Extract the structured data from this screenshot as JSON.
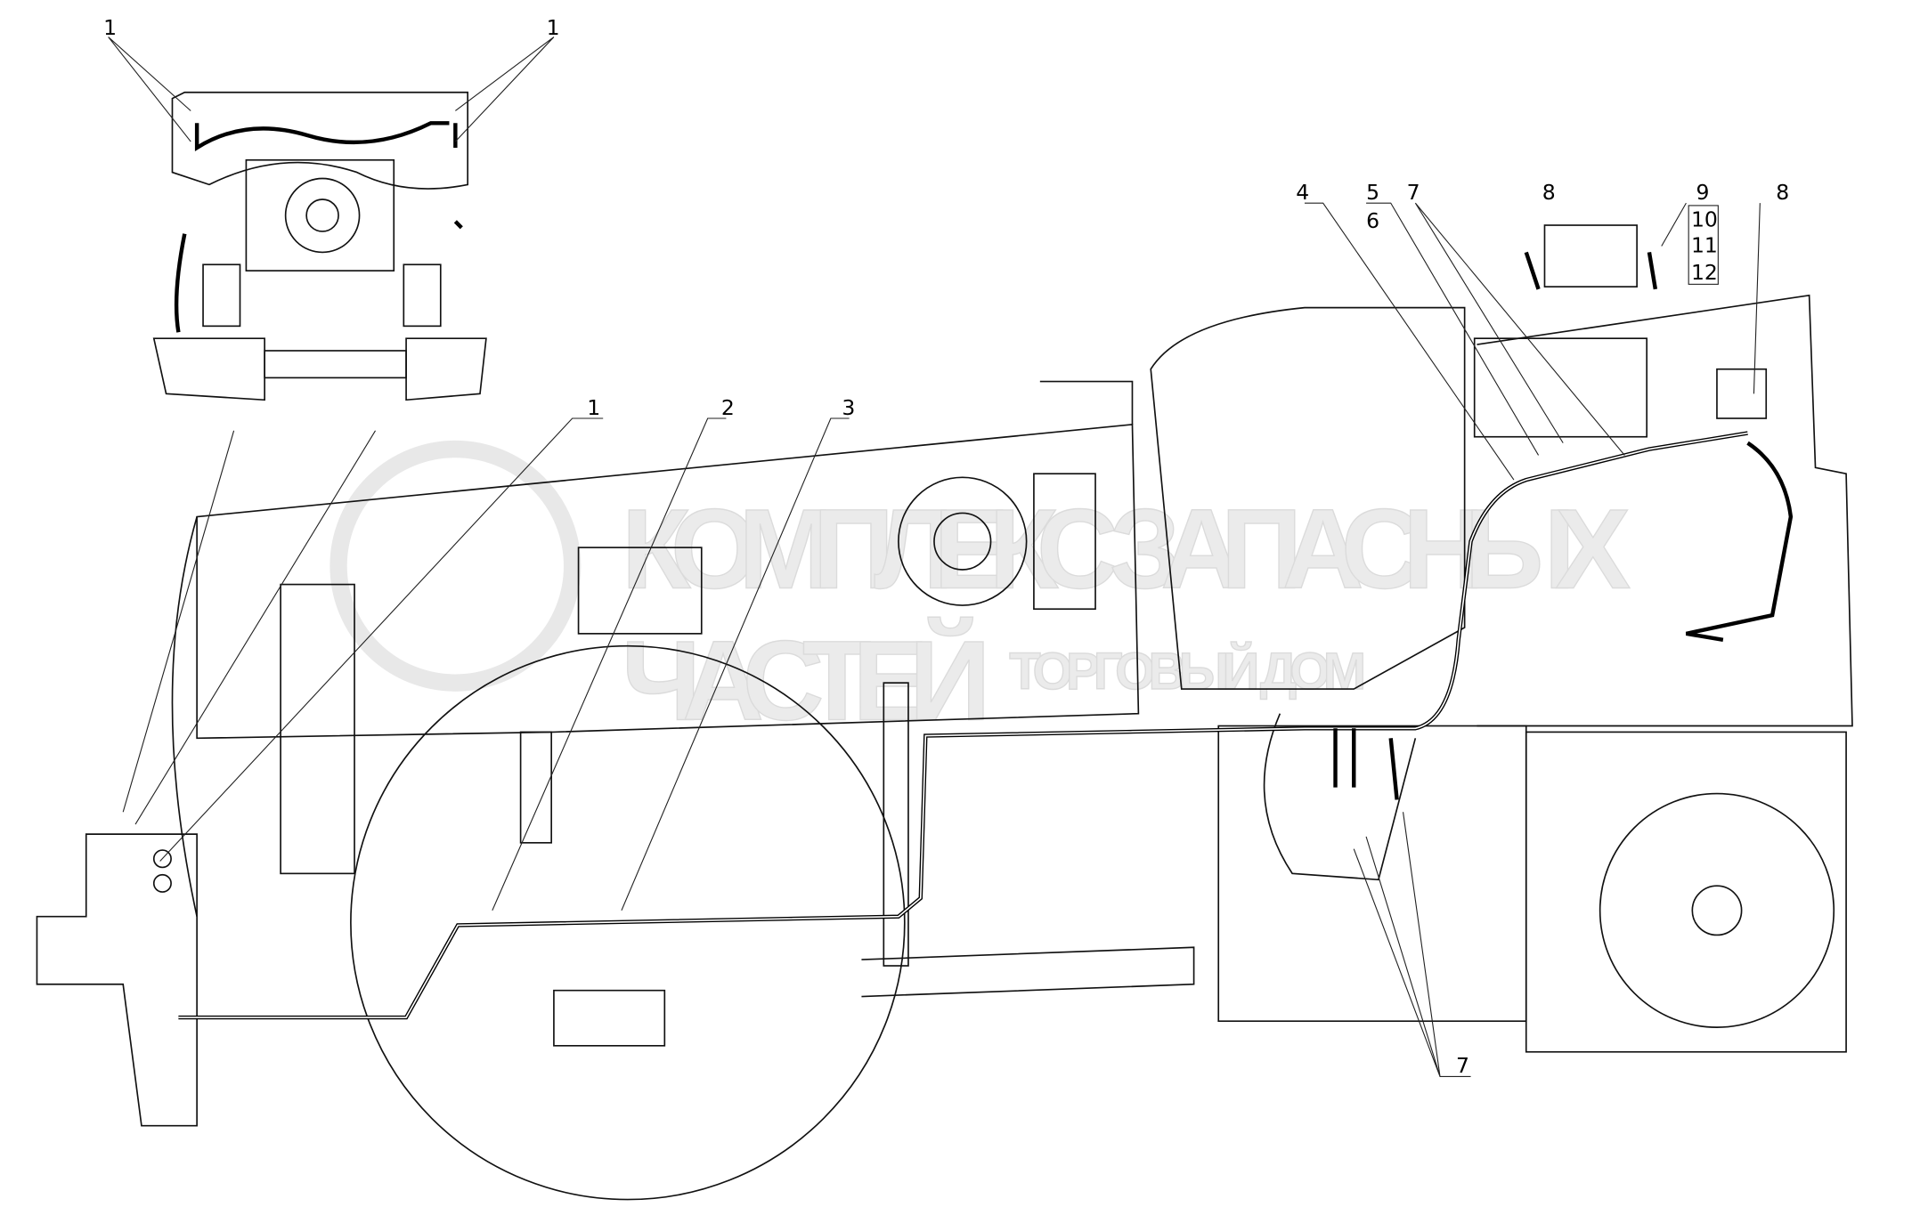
{
  "diagram": {
    "callouts": {
      "inset_left_1": "1",
      "inset_right_1": "1",
      "main_1": "1",
      "main_2": "2",
      "main_3": "3",
      "main_4": "4",
      "main_5": "5",
      "main_6": "6",
      "main_7_top": "7",
      "detail_8": "8",
      "detail_9": "9",
      "detail_10": "10",
      "detail_11": "11",
      "detail_12": "12",
      "right_8": "8",
      "bottom_7": "7"
    },
    "watermark": {
      "line1": "КОМПЛЕКС ЗАПАСНЫХ",
      "line2": "ЧАСТЕЙ",
      "line3": "ТОРГОВЫЙ ДОМ"
    }
  }
}
